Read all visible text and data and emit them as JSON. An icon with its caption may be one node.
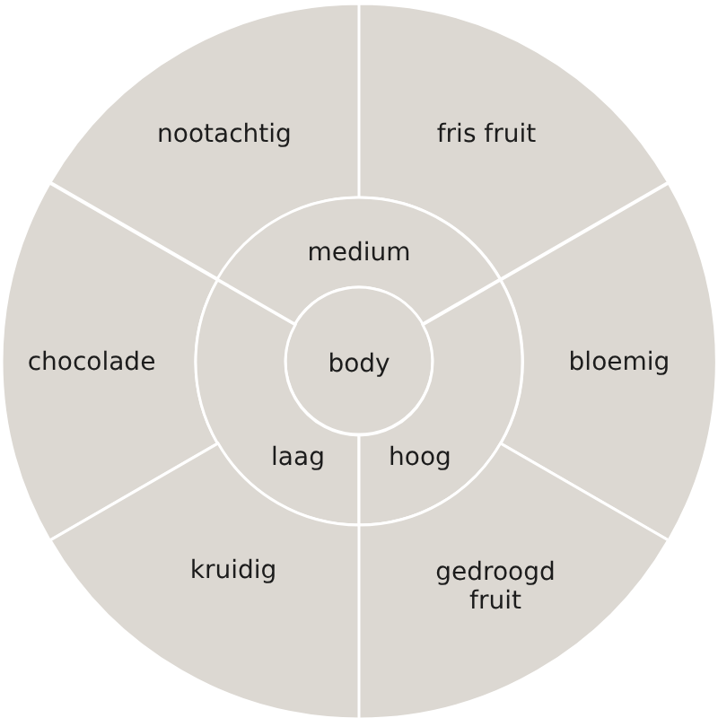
{
  "diagram": {
    "nodes": [
      {
        "text": [
          "nootachtig"
        ]
      },
      {
        "text": [
          "fris fruit"
        ]
      },
      {
        "text": [
          "medium"
        ]
      },
      {
        "text": [
          "chocolade"
        ]
      },
      {
        "text": [
          "body"
        ]
      },
      {
        "text": [
          "bloemig"
        ]
      },
      {
        "text": [
          "laag"
        ]
      },
      {
        "text": [
          "hoog"
        ]
      },
      {
        "text": [
          "kruidig"
        ]
      },
      {
        "text": [
          "gedroogd fruit"
        ]
      }
    ]
  }
}
